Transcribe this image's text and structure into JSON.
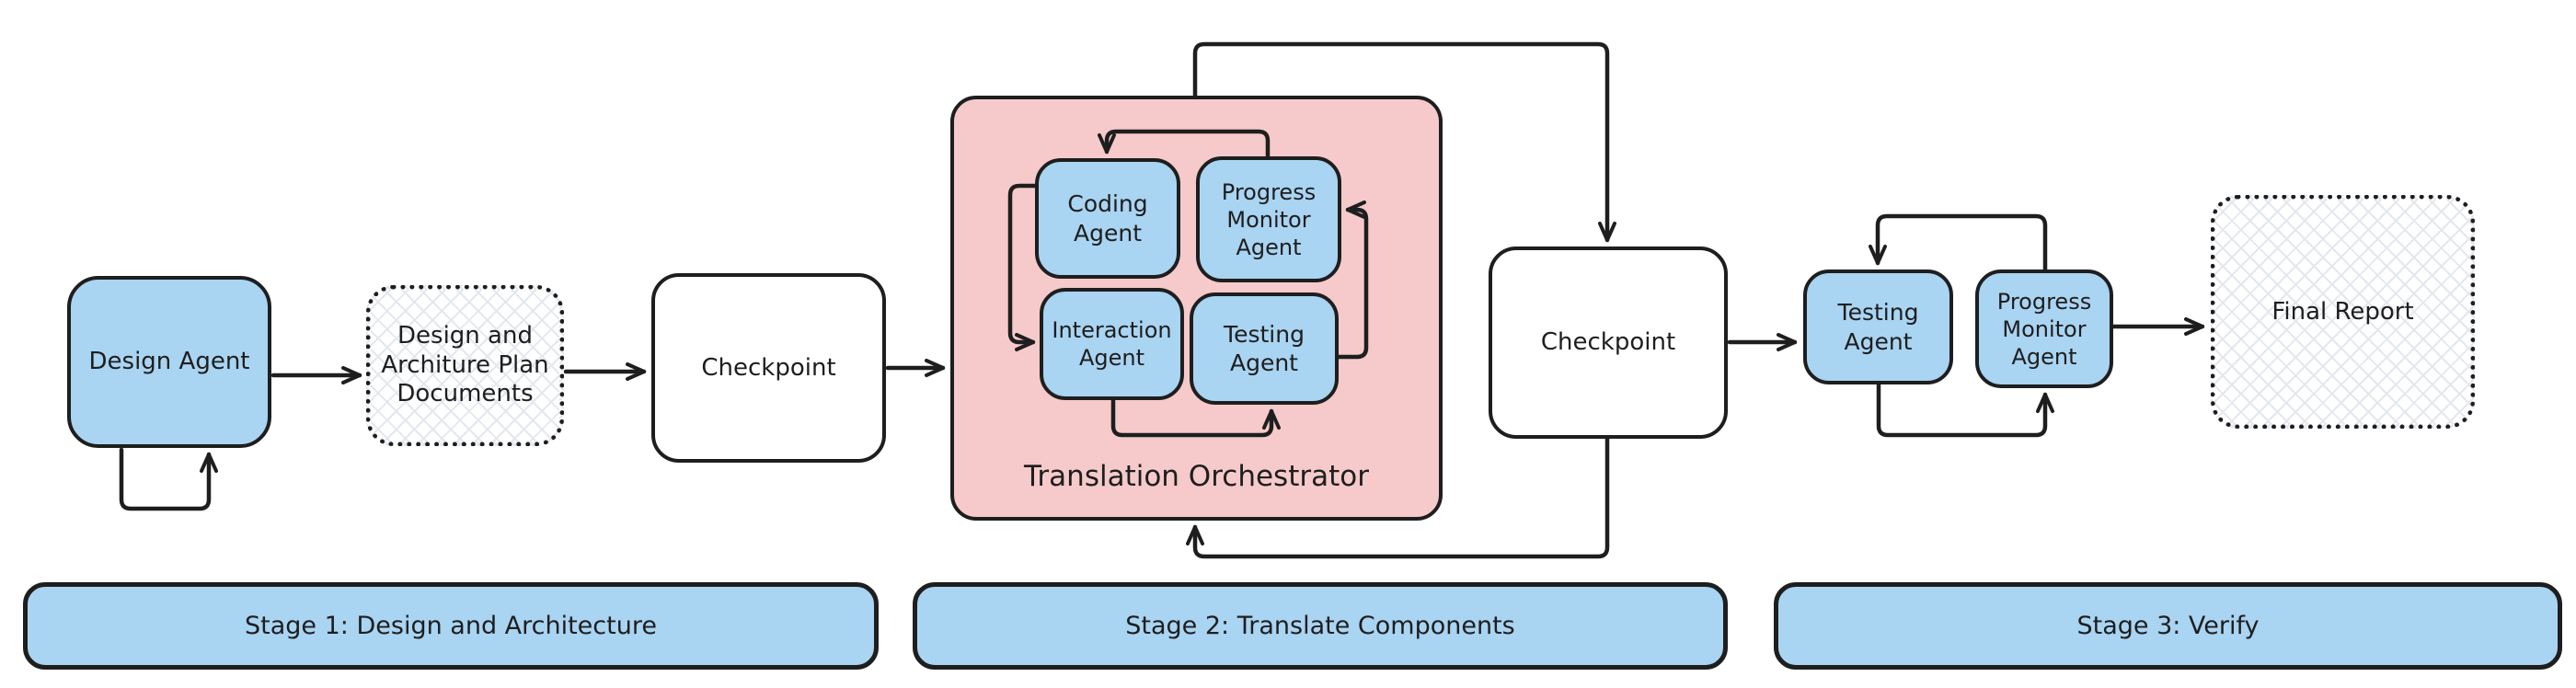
{
  "nodes": {
    "design_agent": {
      "label": "Design Agent"
    },
    "design_documents": {
      "label": "Design and\nArchiture Plan\nDocuments"
    },
    "checkpoint_1": {
      "label": "Checkpoint"
    },
    "orchestrator": {
      "label": "Translation Orchestrator"
    },
    "coding_agent": {
      "label": "Coding\nAgent"
    },
    "progress_monitor_agent": {
      "label": "Progress\nMonitor\nAgent"
    },
    "interaction_agent": {
      "label": "Interaction\nAgent"
    },
    "testing_agent": {
      "label": "Testing\nAgent"
    },
    "checkpoint_2": {
      "label": "Checkpoint"
    },
    "verify_testing_agent": {
      "label": "Testing\nAgent"
    },
    "verify_progress_monitor_agent": {
      "label": "Progress\nMonitor\nAgent"
    },
    "final_report": {
      "label": "Final Report"
    }
  },
  "stages": [
    {
      "label": "Stage 1: Design and Architecture"
    },
    {
      "label": "Stage 2: Translate Components"
    },
    {
      "label": "Stage 3: Verify"
    }
  ],
  "colors": {
    "agent_fill": "#a9d4f2",
    "orchestrator_fill": "#f6caca",
    "stage_fill": "#a9d4f2",
    "stroke": "#1e1e1e",
    "hatch": "#e4e8ed"
  }
}
